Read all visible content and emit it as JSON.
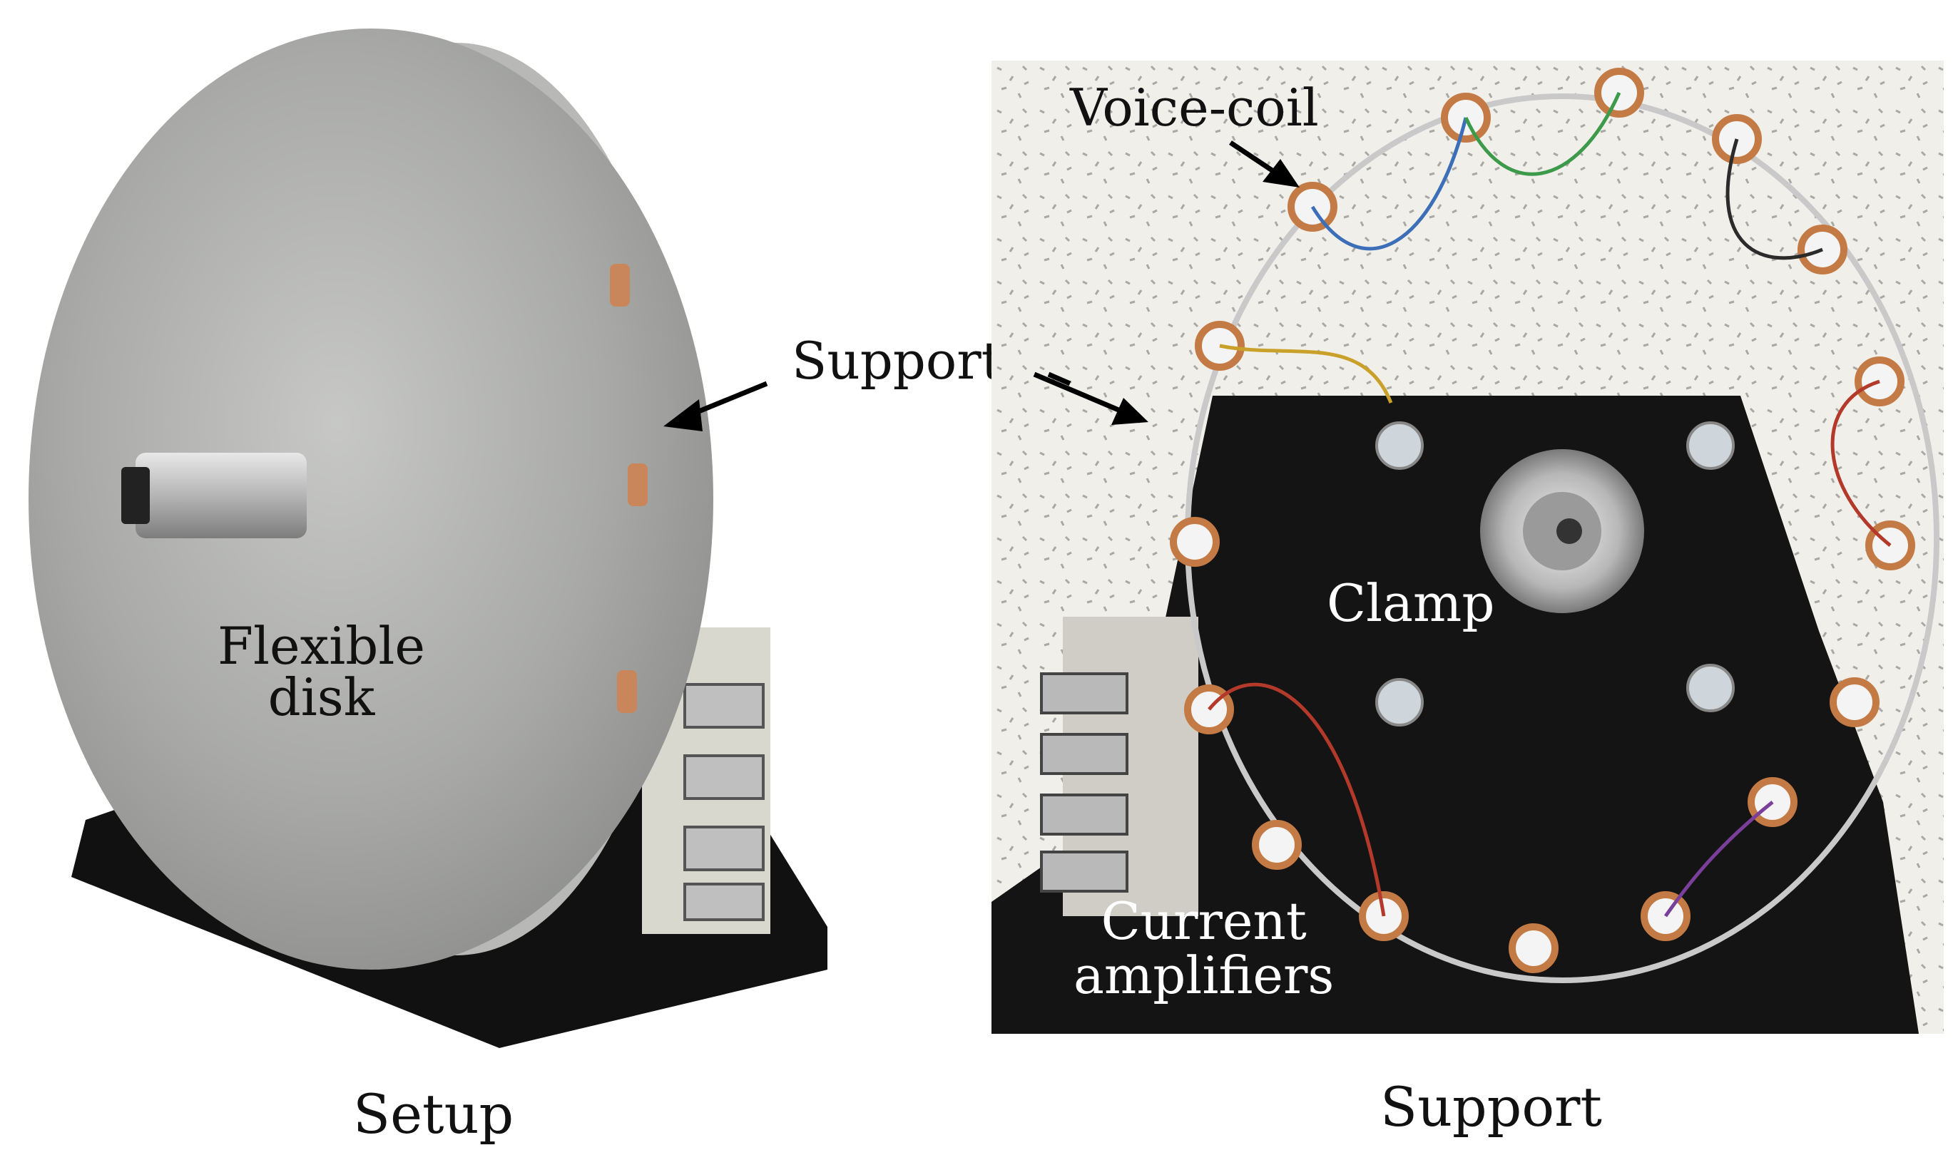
{
  "figure": {
    "left_panel": {
      "caption": "Setup",
      "label_disk": "Flexible\ndisk"
    },
    "right_panel": {
      "caption": "Support",
      "label_voice_coil": "Voice-coil",
      "label_clamp": "Clamp",
      "label_current_amplifiers": "Current\namplifiers"
    },
    "middle_label_support": "Support"
  }
}
